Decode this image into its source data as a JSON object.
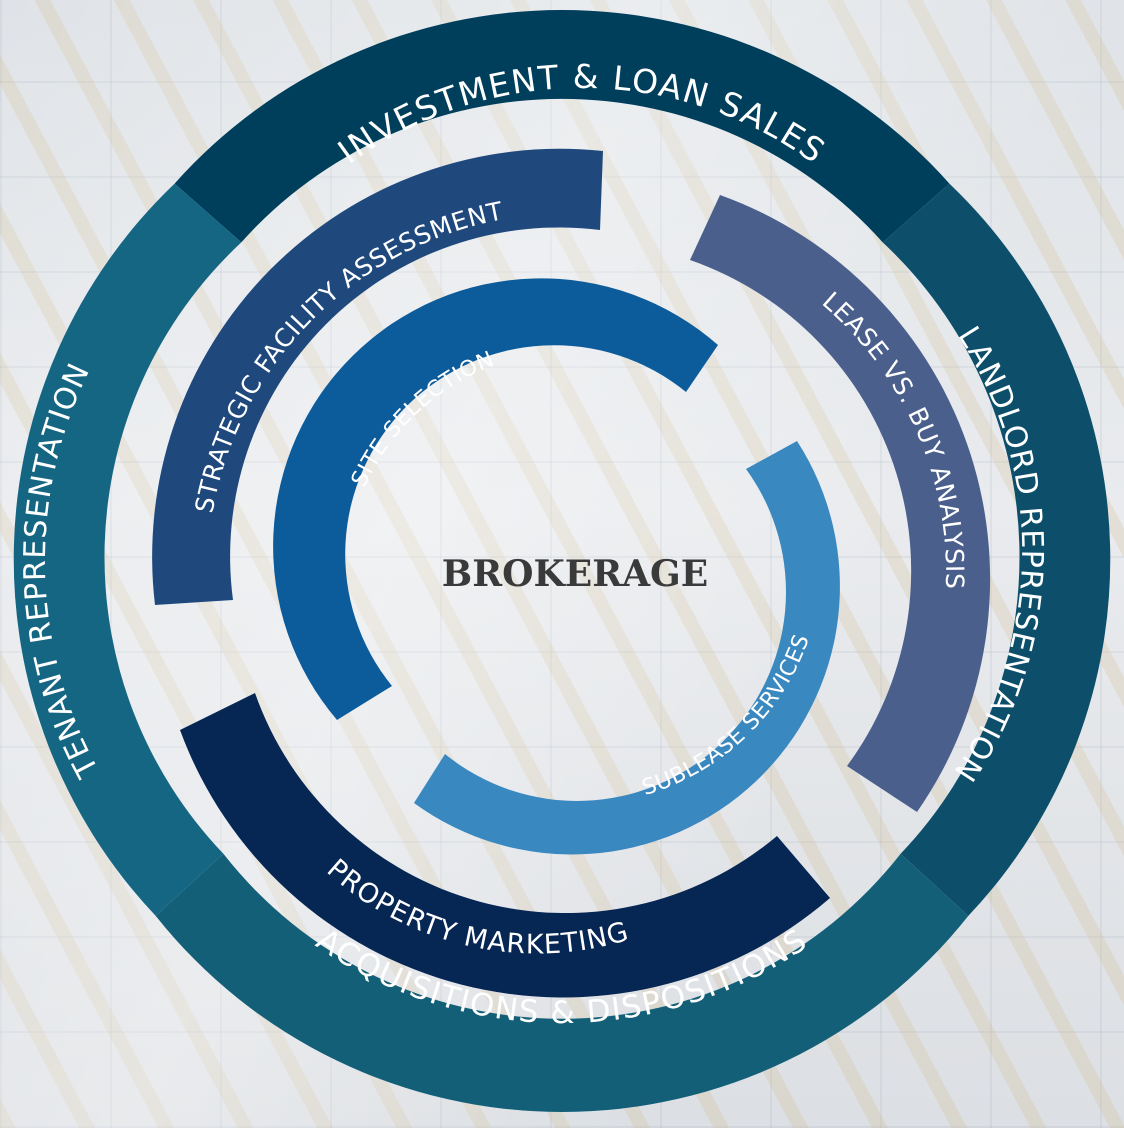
{
  "center_title": "BROKERAGE",
  "outer_ring": {
    "segments": [
      {
        "id": "investment",
        "label": "INVESTMENT & LOAN SALES",
        "color": "#003f5c"
      },
      {
        "id": "landlord",
        "label": "LANDLORD REPRESENTATION",
        "color": "#0d4f6b"
      },
      {
        "id": "acquisitions",
        "label": "ACQUISITIONS & DISPOSITIONS",
        "color": "#135f78"
      },
      {
        "id": "tenant",
        "label": "TENANT REPRESENTATION",
        "color": "#156683"
      }
    ]
  },
  "middle_ring": {
    "segments": [
      {
        "id": "strategic",
        "label": "STRATEGIC FACILITY ASSESSMENT",
        "color": "#1f497d"
      },
      {
        "id": "lease",
        "label": "LEASE VS. BUY ANALYSIS",
        "color": "#4a5f8c"
      },
      {
        "id": "marketing",
        "label": "PROPERTY MARKETING",
        "color": "#062654"
      }
    ]
  },
  "inner_ring": {
    "segments": [
      {
        "id": "site",
        "label": "SITE SELECTION",
        "color": "#0c5c9c"
      },
      {
        "id": "sublease",
        "label": "SUBLEASE SERVICES",
        "color": "#3a88c0"
      }
    ]
  }
}
